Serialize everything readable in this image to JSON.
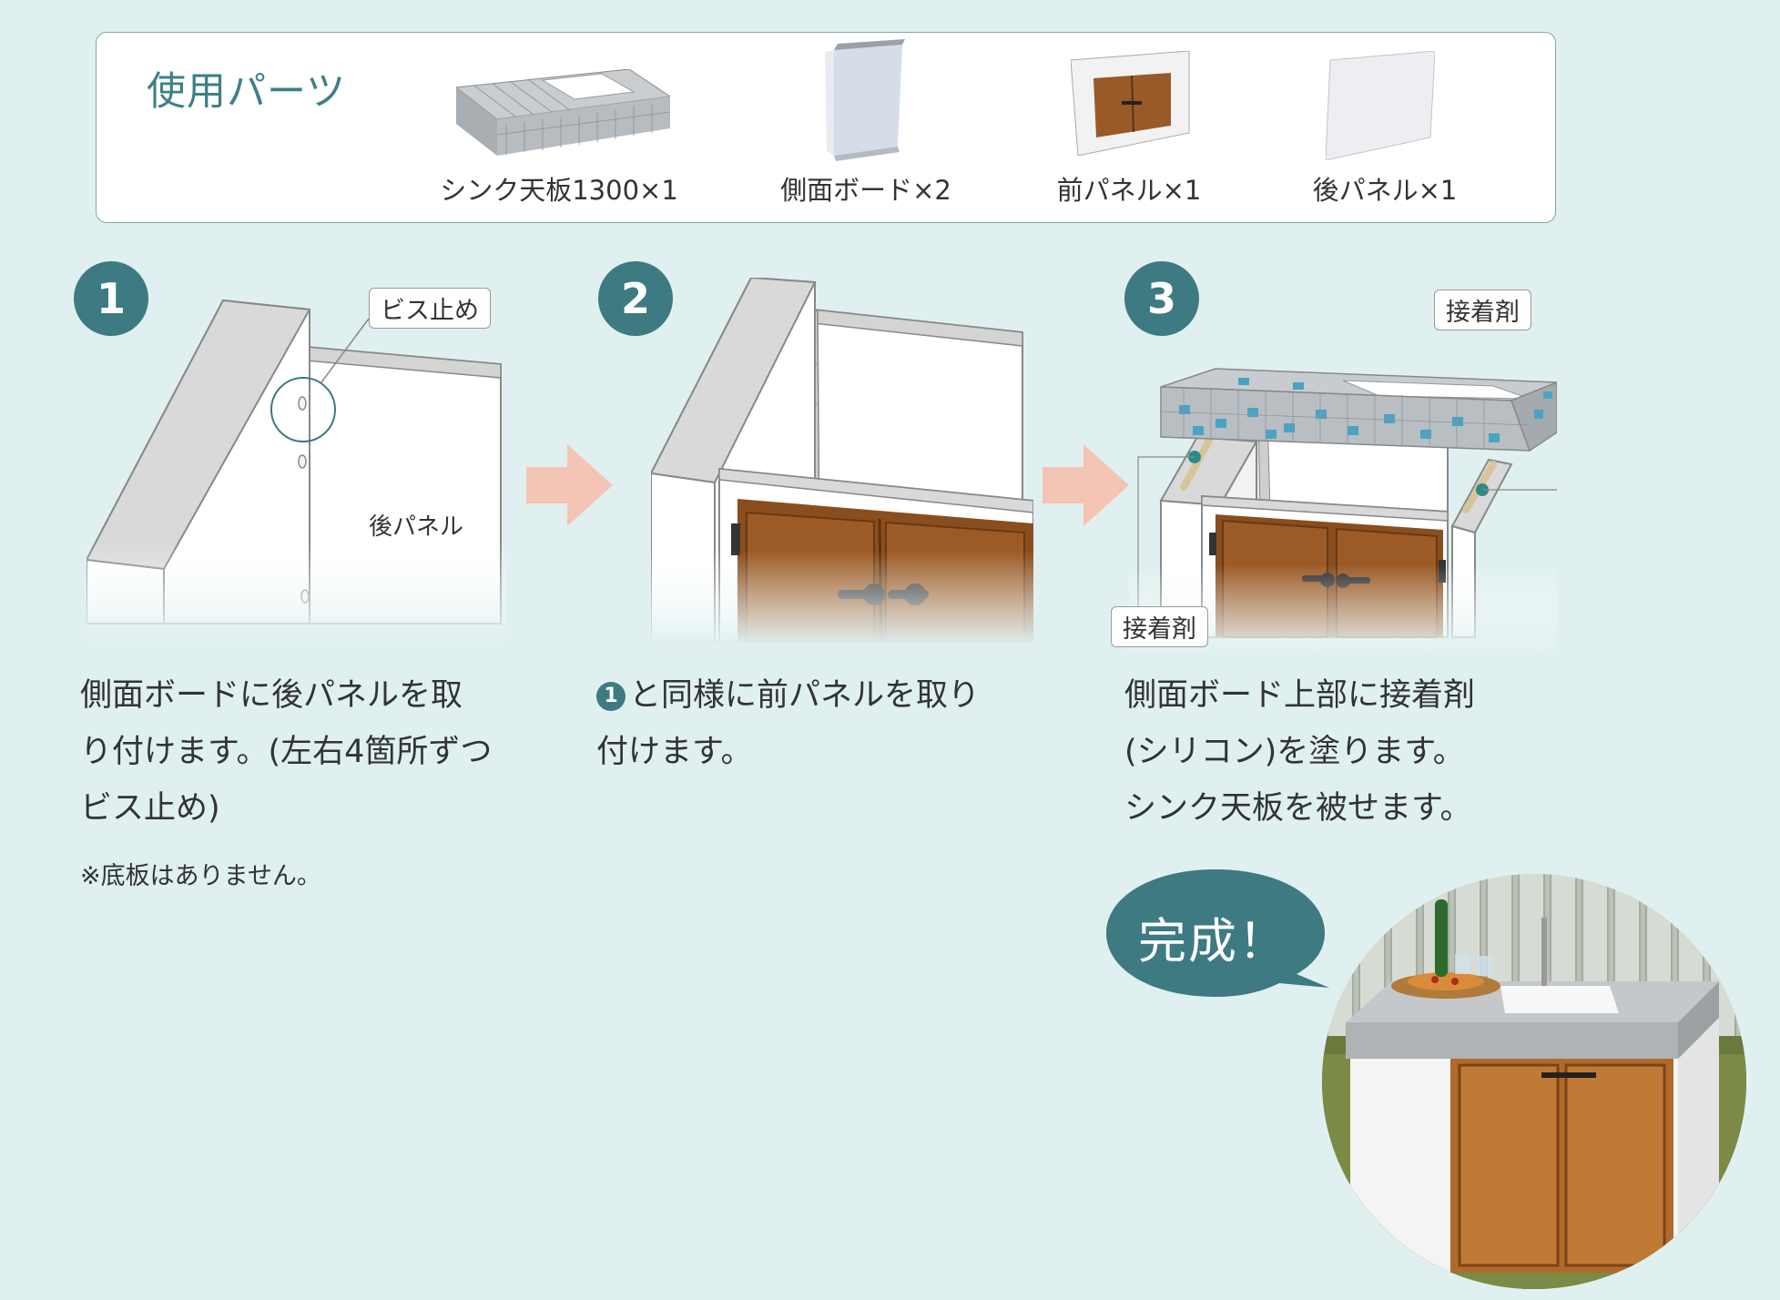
{
  "parts": {
    "title": "使用パーツ",
    "items": [
      {
        "label": "シンク天板1300×1"
      },
      {
        "label": "側面ボード×2"
      },
      {
        "label": "前パネル×1"
      },
      {
        "label": "後パネル×1"
      }
    ]
  },
  "steps": [
    {
      "number": "1",
      "callouts": [
        "ビス止め"
      ],
      "panel_label": "後パネル",
      "lines": [
        "側面ボードに後パネルを取",
        "り付けます。(左右4箇所ずつ",
        "ビス止め)"
      ],
      "note": "※底板はありません。"
    },
    {
      "number": "2",
      "ref_number": "1",
      "lines": [
        "と同様に前パネルを取り",
        "付けます。"
      ]
    },
    {
      "number": "3",
      "callouts": [
        "接着剤",
        "接着剤"
      ],
      "lines": [
        "側面ボード上部に接着剤",
        "(シリコン)を塗ります。",
        "シンク天板を被せます。"
      ]
    }
  ],
  "finish": {
    "label": "完成！"
  },
  "colors": {
    "background": "#e0f0f0",
    "accent": "#3e7a82",
    "arrow": "#f4c4b4",
    "wood": "#8a4e1e",
    "tile_blue": "#4aa3c4"
  }
}
